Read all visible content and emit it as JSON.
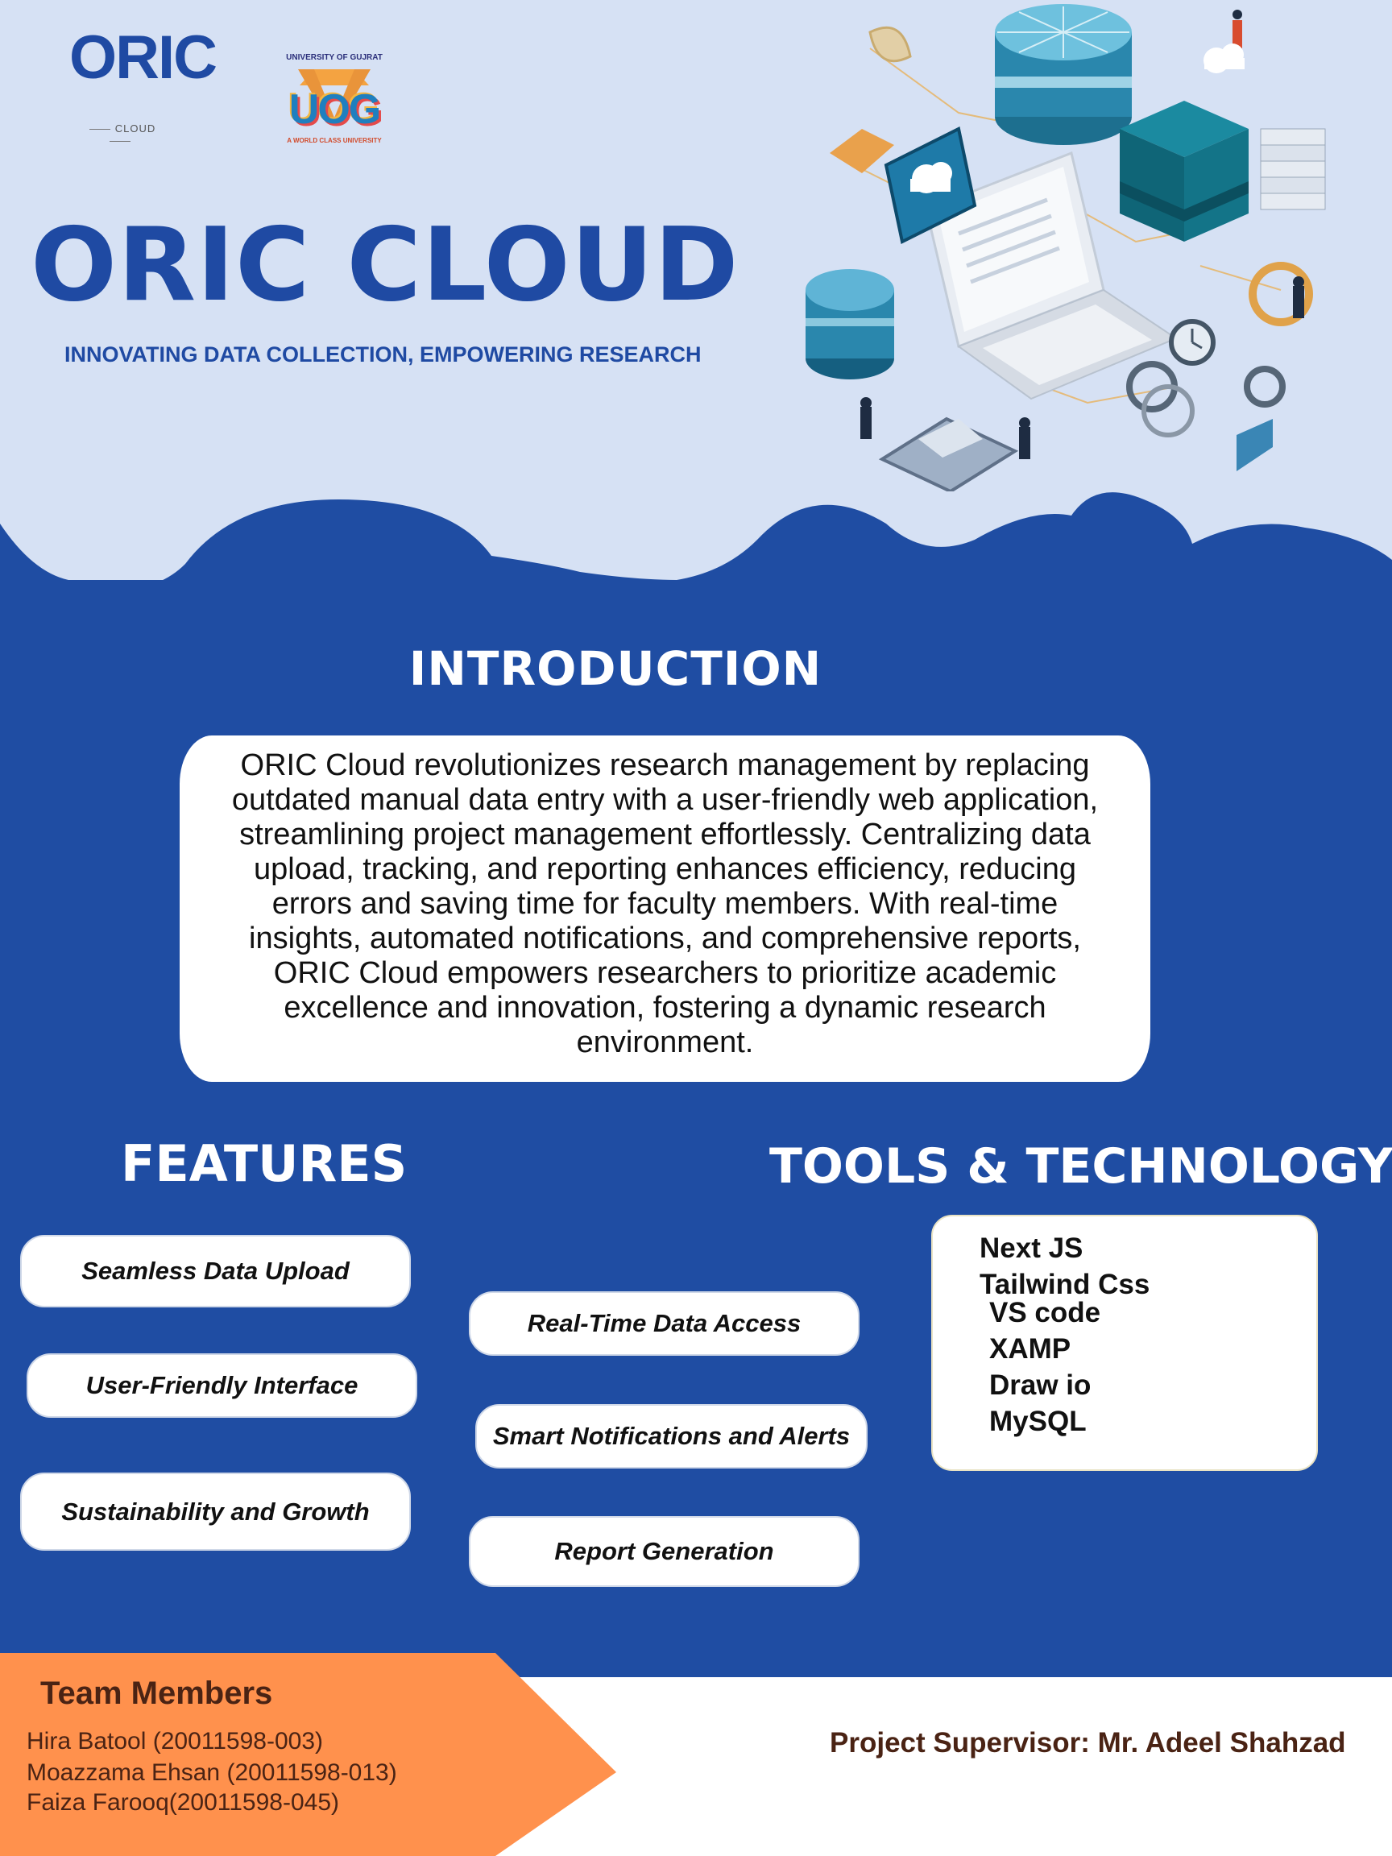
{
  "header": {
    "oric_logo": {
      "mark": "ORIC",
      "sub": "CLOUD"
    },
    "uog_logo": {
      "top": "UNIVERSITY OF GUJRAT",
      "letters": "UOG",
      "bottom": "A WORLD CLASS UNIVERSITY"
    },
    "title": "ORIC CLOUD",
    "tagline": "INNOVATING DATA COLLECTION, EMPOWERING RESEARCH"
  },
  "introduction": {
    "title": "INTRODUCTION",
    "lines": [
      "ORIC Cloud revolutionizes research management by replacing",
      "outdated manual data entry with a user-friendly web application,",
      "streamlining project management effortlessly. Centralizing data",
      "upload, tracking, and reporting enhances efficiency, reducing",
      "errors and saving time for faculty members. With real-time",
      "insights, automated notifications, and comprehensive reports,",
      "ORIC Cloud empowers researchers to prioritize academic",
      "excellence and innovation, fostering a dynamic research",
      "environment."
    ]
  },
  "features": {
    "title": "FEATURES",
    "items": [
      "Seamless Data Upload",
      "User-Friendly Interface",
      "Sustainability and Growth",
      "Real-Time Data Access",
      "Smart Notifications and Alerts",
      "Report Generation"
    ]
  },
  "tools": {
    "title": "TOOLS & TECHNOLOGY",
    "items": [
      "Next JS",
      "Tailwind Css",
      "VS code",
      "XAMP",
      "Draw io",
      "MySQL"
    ]
  },
  "footer": {
    "team_title": "Team Members",
    "members": [
      "Hira Batool (20011598-003)",
      "Moazzama Ehsan (20011598-013)",
      "Faiza Farooq(20011598-045)"
    ],
    "supervisor": "Project Supervisor: Mr. Adeel Shahzad"
  },
  "colors": {
    "primary_blue": "#1f4da3",
    "background": "#d6e1f4",
    "orange": "#ff914d",
    "footer_text": "#4a2314"
  }
}
